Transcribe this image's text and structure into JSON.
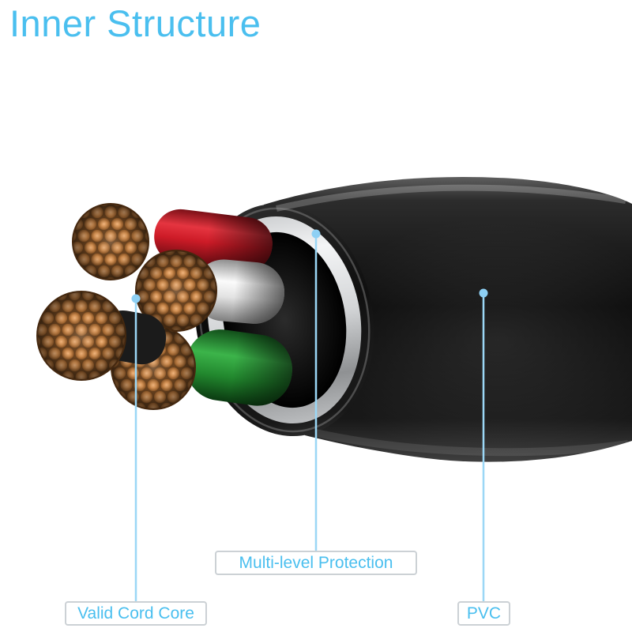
{
  "title": "Inner Structure",
  "labels": {
    "multi_level_protection": "Multi-level Protection",
    "valid_cord_core": "Valid Cord Core",
    "pvc": "PVC"
  },
  "colors": {
    "accent_blue": "#4abfef",
    "callout_line_blue": "#9bd7f6",
    "label_box_border": "#ccd1d5",
    "jacket_black": "#0d0d0d",
    "shield_silver": "#d9dadc",
    "copper": "#c58a52",
    "wire_red": "#d6202c",
    "wire_white": "#f5f5f5",
    "wire_green": "#2fa23c",
    "background": "#ffffff"
  }
}
